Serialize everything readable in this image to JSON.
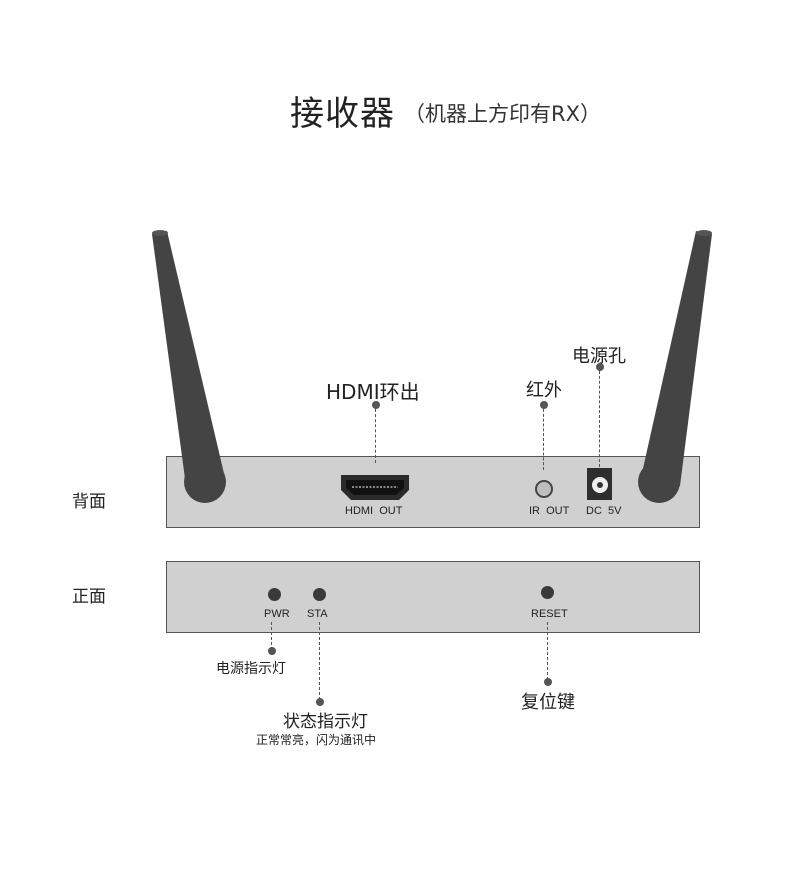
{
  "title": {
    "main": "接收器",
    "sub": "（机器上方印有RX）"
  },
  "back_panel": {
    "label": "背面",
    "ports": {
      "hdmi": "HDMI  OUT",
      "ir": "IR  OUT",
      "dc": "DC  5V"
    }
  },
  "front_panel": {
    "label": "正面",
    "ports": {
      "pwr": "PWR",
      "sta": "STA",
      "reset": "RESET"
    }
  },
  "callouts": {
    "hdmi": "HDMI环出",
    "ir": "红外",
    "power": "电源孔",
    "pwr_led": "电源指示灯",
    "sta_led": "状态指示灯",
    "sta_note": "正常常亮，闪为通讯中",
    "reset": "复位键"
  }
}
